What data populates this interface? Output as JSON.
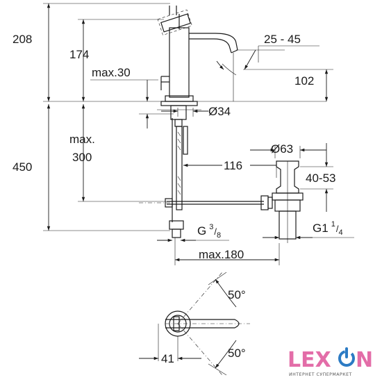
{
  "dimensions": {
    "total_height": "208",
    "spout_height": "174",
    "lever_travel": "max.30",
    "spout_angle": "25 - 45",
    "aerator_height": "102",
    "hole_diameter": "Ø34",
    "max_length_label": "max.",
    "max_length_value": "300",
    "total_depth": "450",
    "reach": "116",
    "waste_diameter": "Ø63",
    "waste_height": "40-53",
    "hose_thread_main": "G",
    "hose_thread_num": "3",
    "hose_thread_den": "8",
    "waste_thread_main": "G1",
    "waste_thread_num": "1",
    "waste_thread_den": "4",
    "waste_distance": "max.180",
    "rotation_top": "50°",
    "rotation_bottom": "50°",
    "lever_offset": "41"
  },
  "brand": {
    "letters_left": "LEX",
    "letters_right": "N",
    "tagline": "ИНТЕРНЕТ СУПЕРМАРКЕТ",
    "colors": {
      "pink": "#e36da8",
      "blue": "#2c7bc4"
    }
  }
}
